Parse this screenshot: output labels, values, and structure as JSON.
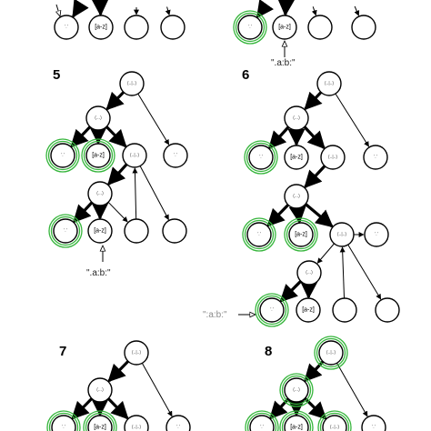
{
  "labels": {
    "dot": "'.'",
    "cls": "[a-z]",
    "alt": "(..|..)",
    "cat": "(...)"
  },
  "steps": [
    "5",
    "6",
    "7",
    "8"
  ],
  "annotations": {
    "top": "\".a:b:\"",
    "p5": "\".a:b:\"",
    "p6_pre": "\":a:b:\""
  }
}
